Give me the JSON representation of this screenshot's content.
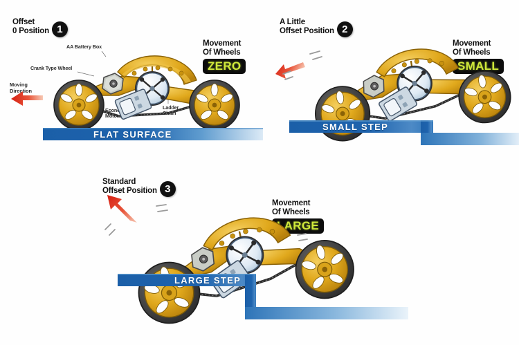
{
  "background_color": "#fefefe",
  "colors": {
    "wheel_gold": "#E0A81C",
    "wheel_gold_dark": "#B8860B",
    "tire_dark": "#3a3a3a",
    "hub_blue": "#dfeaf4",
    "chip_black": "#0c0c0c",
    "chip_green": "#cfe83a",
    "surface_blue_dark": "#1b5fa8",
    "surface_blue_light": "#cfe3f3",
    "arrow_red": "#e03020",
    "motor_box_gray": "#ccd8e2"
  },
  "panels": [
    {
      "id": "panel-1",
      "heading_lines": "Offset\n0 Position",
      "badge": "1",
      "movement": {
        "title": "Movement\nOf Wheels",
        "value": "ZERO"
      },
      "surface_label": "FLAT SURFACE",
      "surface_type": "flat",
      "moving_direction_label": "Moving\nDirection",
      "callouts": [
        {
          "name": "aa-battery-box",
          "text": "AA Battery Box"
        },
        {
          "name": "crank-type-wheel",
          "text": "Crank Type Wheel"
        },
        {
          "name": "economical-motor-box",
          "text": "Economical\nMotor Box"
        },
        {
          "name": "ladder-chain",
          "text": "Ladder\nChain"
        }
      ]
    },
    {
      "id": "panel-2",
      "heading_lines": "A Little\nOffset Position",
      "badge": "2",
      "movement": {
        "title": "Movement\nOf Wheels",
        "value": "SMALL"
      },
      "surface_label": "SMALL STEP",
      "surface_type": "step"
    },
    {
      "id": "panel-3",
      "heading_lines": "Standard\nOffset Position",
      "badge": "3",
      "movement": {
        "title": "Movement\nOf Wheels",
        "value": "LARGE"
      },
      "surface_label": "LARGE STEP",
      "surface_type": "step"
    }
  ]
}
